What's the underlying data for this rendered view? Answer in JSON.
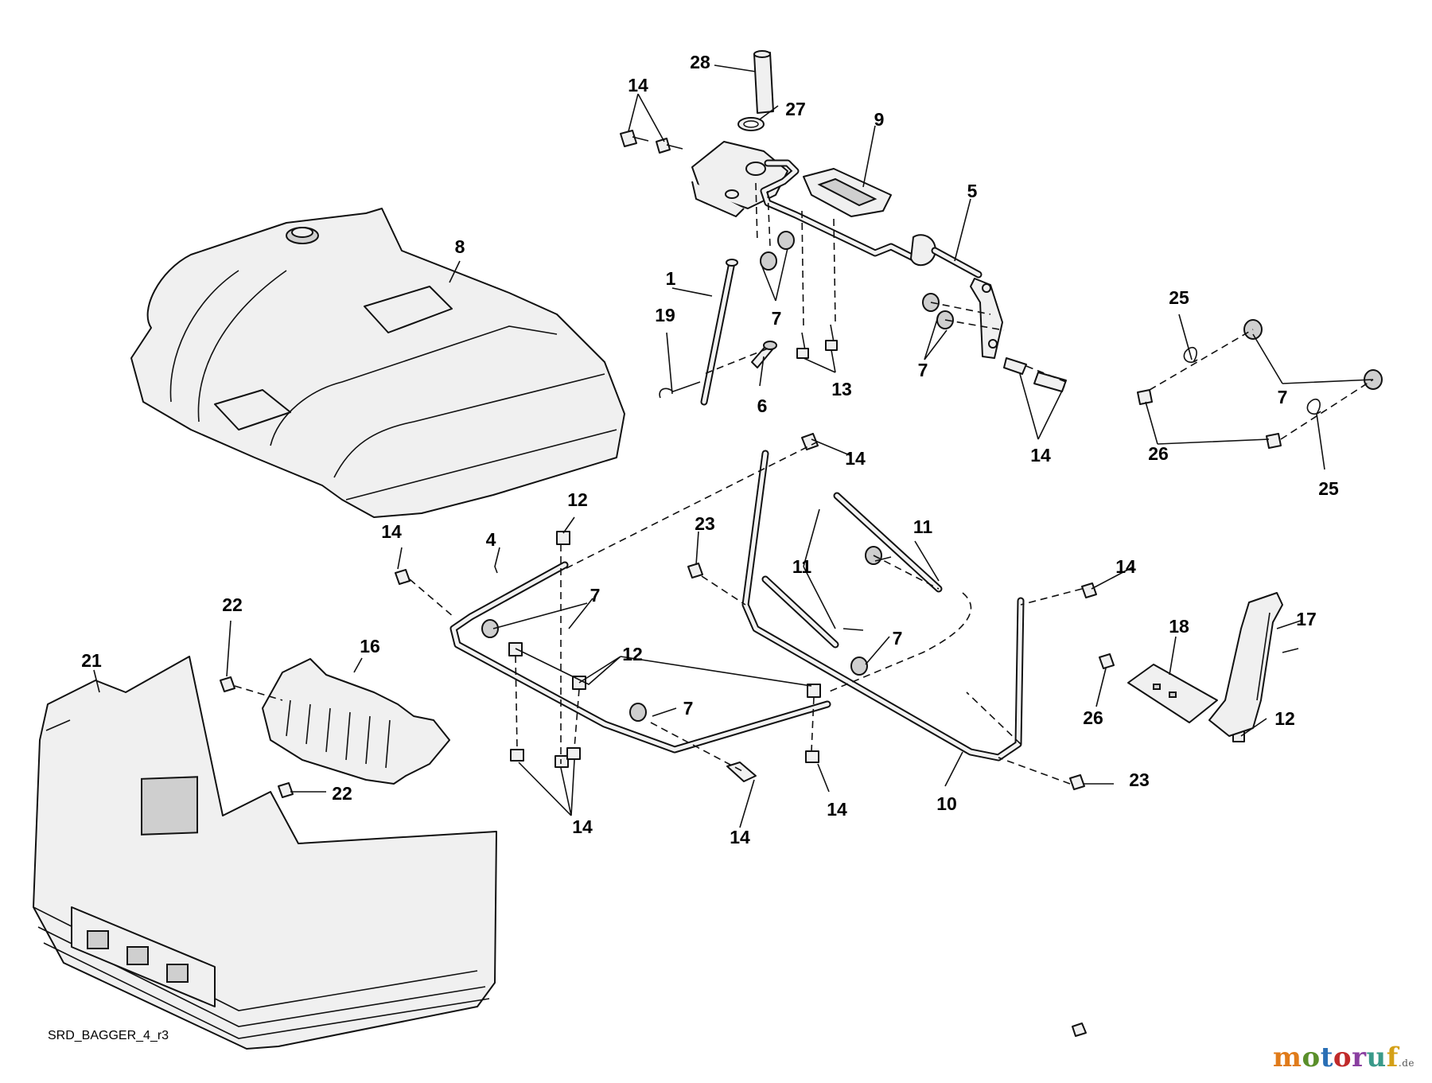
{
  "diagram": {
    "reference_code": "SRD_BAGGER_4_r3",
    "callouts": [
      {
        "id": "c1",
        "text": "1"
      },
      {
        "id": "c4",
        "text": "4"
      },
      {
        "id": "c5",
        "text": "5"
      },
      {
        "id": "c6",
        "text": "6"
      },
      {
        "id": "c7a",
        "text": "7"
      },
      {
        "id": "c7b",
        "text": "7"
      },
      {
        "id": "c7c",
        "text": "7"
      },
      {
        "id": "c7d",
        "text": "7"
      },
      {
        "id": "c7e",
        "text": "7"
      },
      {
        "id": "c7f",
        "text": "7"
      },
      {
        "id": "c8",
        "text": "8"
      },
      {
        "id": "c9",
        "text": "9"
      },
      {
        "id": "c10",
        "text": "10"
      },
      {
        "id": "c11a",
        "text": "11"
      },
      {
        "id": "c11b",
        "text": "11"
      },
      {
        "id": "c12a",
        "text": "12"
      },
      {
        "id": "c12b",
        "text": "12"
      },
      {
        "id": "c12c",
        "text": "12"
      },
      {
        "id": "c13",
        "text": "13"
      },
      {
        "id": "c14a",
        "text": "14"
      },
      {
        "id": "c14b",
        "text": "14"
      },
      {
        "id": "c14c",
        "text": "14"
      },
      {
        "id": "c14d",
        "text": "14"
      },
      {
        "id": "c14e",
        "text": "14"
      },
      {
        "id": "c14f",
        "text": "14"
      },
      {
        "id": "c14g",
        "text": "14"
      },
      {
        "id": "c14h",
        "text": "14"
      },
      {
        "id": "c16",
        "text": "16"
      },
      {
        "id": "c17",
        "text": "17"
      },
      {
        "id": "c18",
        "text": "18"
      },
      {
        "id": "c19",
        "text": "19"
      },
      {
        "id": "c21",
        "text": "21"
      },
      {
        "id": "c22a",
        "text": "22"
      },
      {
        "id": "c22b",
        "text": "22"
      },
      {
        "id": "c23a",
        "text": "23"
      },
      {
        "id": "c23b",
        "text": "23"
      },
      {
        "id": "c25a",
        "text": "25"
      },
      {
        "id": "c25b",
        "text": "25"
      },
      {
        "id": "c26a",
        "text": "26"
      },
      {
        "id": "c26b",
        "text": "26"
      },
      {
        "id": "c27",
        "text": "27"
      },
      {
        "id": "c28",
        "text": "28"
      }
    ]
  },
  "watermark": {
    "brand": "motoruf",
    "suffix": ".de",
    "colors": {
      "m": "#e07b1a",
      "o1": "#5a8f2a",
      "t": "#2a6fb5",
      "o2": "#c02a2a",
      "r": "#8a3fa0",
      "u": "#3a9a8a",
      "f": "#d4a017"
    }
  }
}
